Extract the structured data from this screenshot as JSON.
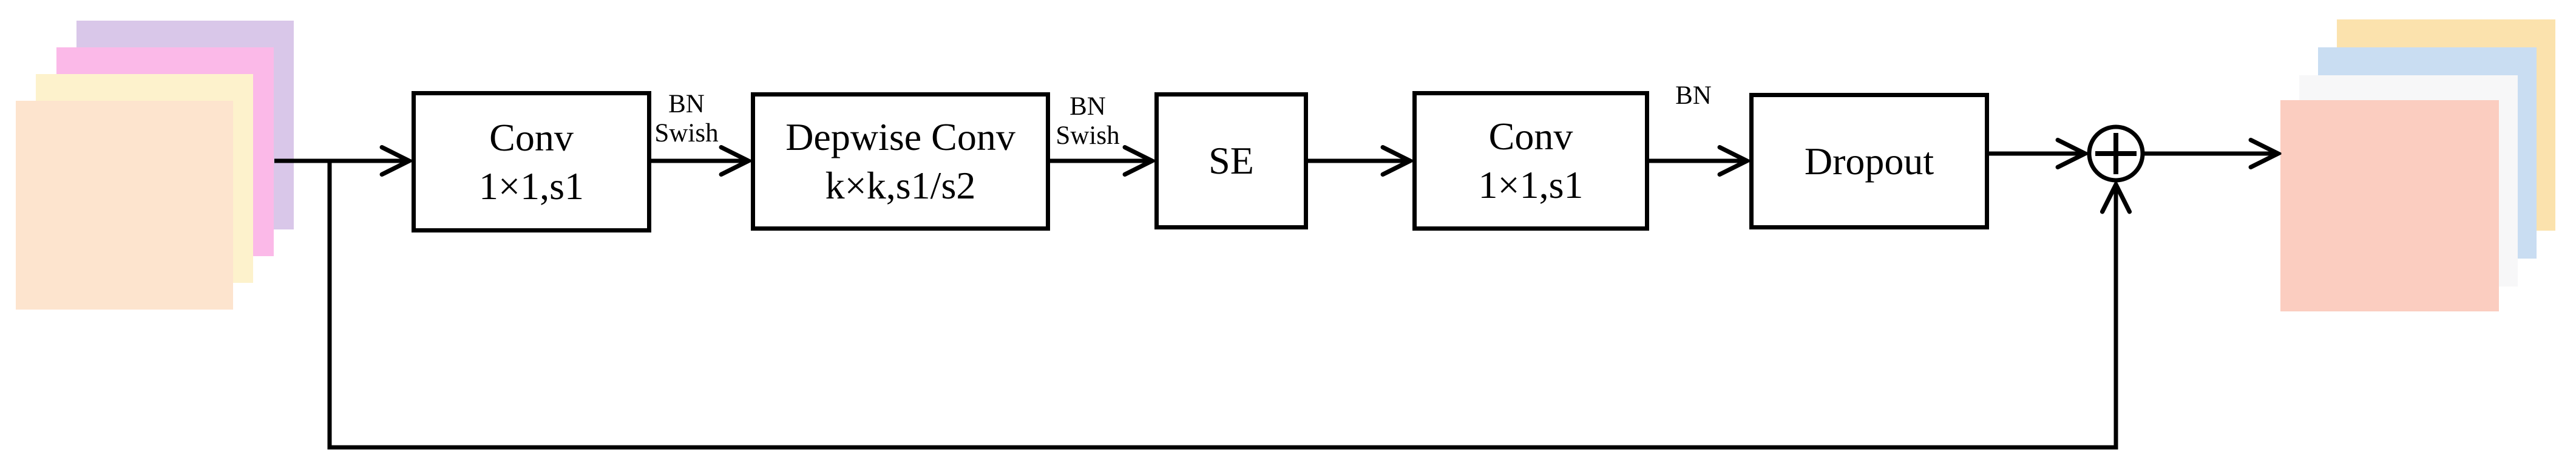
{
  "blocks": {
    "conv1": {
      "line1": "Conv",
      "line2": "1×1,s1"
    },
    "depthwise": {
      "line1": "Depwise Conv",
      "line2": "k×k,s1/s2"
    },
    "se": {
      "line1": "SE"
    },
    "conv2": {
      "line1": "Conv",
      "line2": "1×1,s1"
    },
    "dropout": {
      "line1": "Dropout"
    }
  },
  "edge_labels": {
    "after_conv1": {
      "line1": "BN",
      "line2": "Swish"
    },
    "after_depthwise": {
      "line1": "BN",
      "line2": "Swish"
    },
    "after_conv2": {
      "line1": "BN"
    }
  },
  "icons": {
    "add_operator": "⊕"
  },
  "colors": {
    "line": "#000000",
    "input_layers": [
      "#d9c7e9",
      "#fbb9e8",
      "#fdf2cc",
      "#fde4ce"
    ],
    "output_layers": [
      "#fbe2ad",
      "#c9ddf2",
      "#f7f7f8",
      "#fbcdc0"
    ]
  }
}
